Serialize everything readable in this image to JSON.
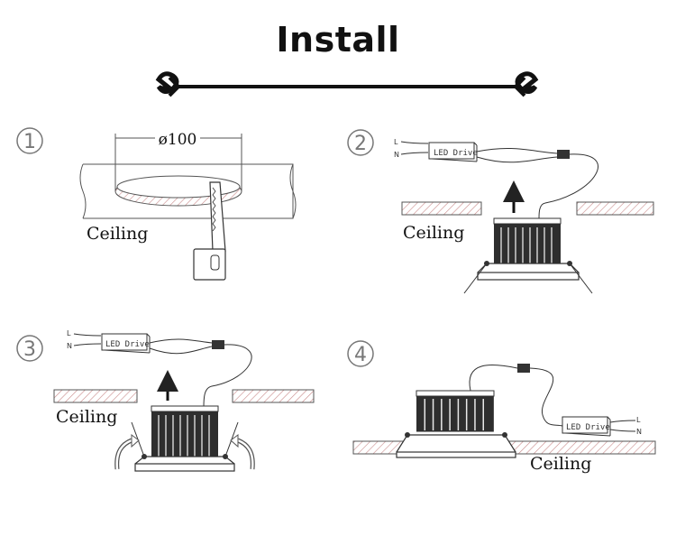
{
  "title": "Install",
  "steps": [
    {
      "number": "1",
      "dimension": "ø100",
      "ceiling_label": "Ceiling"
    },
    {
      "number": "2",
      "ceiling_label": "Ceiling",
      "driver_label": "LED Drive",
      "wire_l": "L",
      "wire_n": "N"
    },
    {
      "number": "3",
      "ceiling_label": "Ceiling",
      "driver_label": "LED Drive",
      "wire_l": "L",
      "wire_n": "N"
    },
    {
      "number": "4",
      "ceiling_label": "Ceiling",
      "driver_label": "LED Drive",
      "wire_l": "L",
      "wire_n": "N"
    }
  ],
  "colors": {
    "hatch": "#c98b8b",
    "line": "#333333",
    "background": "#ffffff"
  }
}
